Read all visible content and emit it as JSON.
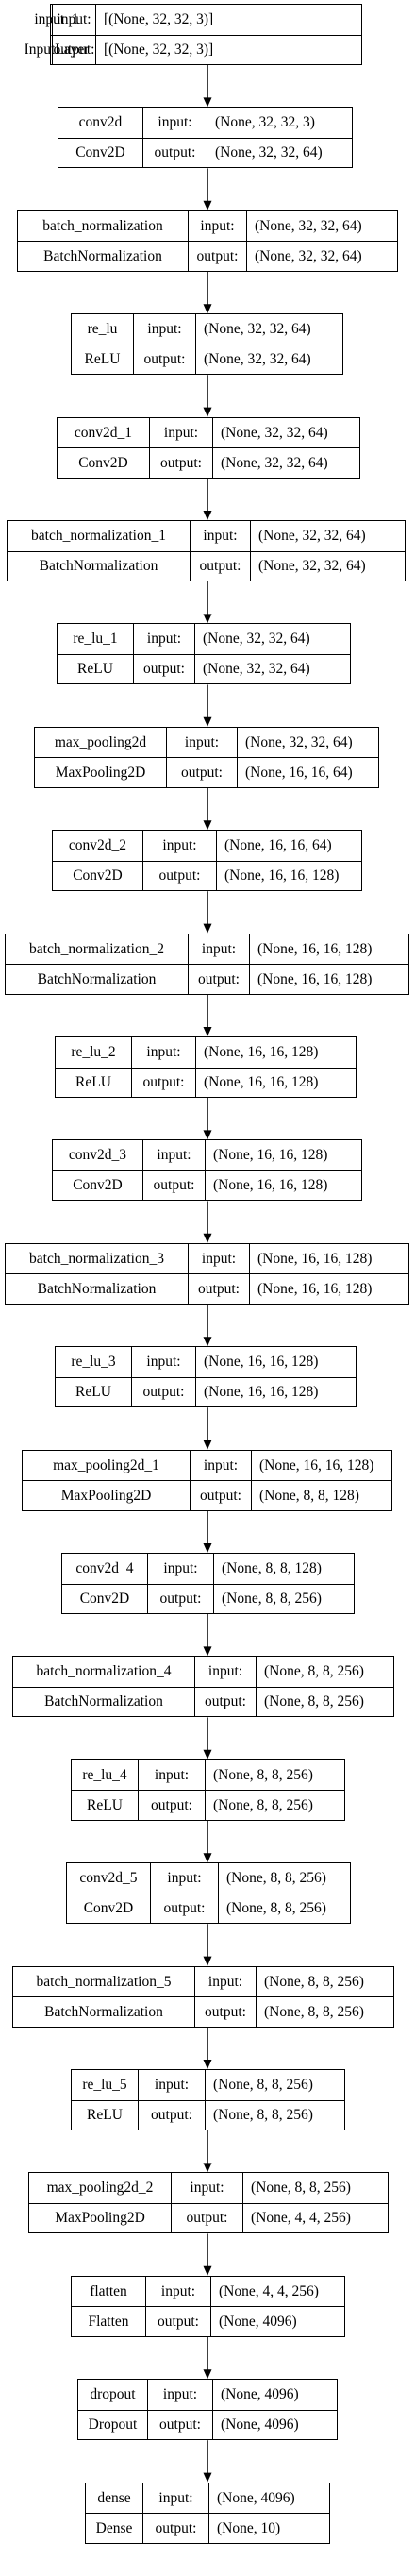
{
  "diagram": {
    "input_label": "input:",
    "output_label": "output:",
    "layers": [
      {
        "name": "input_1",
        "type": "InputLayer",
        "input": "[(None, 32, 32, 3)]",
        "output": "[(None, 32, 32, 3)]"
      },
      {
        "name": "conv2d",
        "type": "Conv2D",
        "input": "(None, 32, 32, 3)",
        "output": "(None, 32, 32, 64)"
      },
      {
        "name": "batch_normalization",
        "type": "BatchNormalization",
        "input": "(None, 32, 32, 64)",
        "output": "(None, 32, 32, 64)"
      },
      {
        "name": "re_lu",
        "type": "ReLU",
        "input": "(None, 32, 32, 64)",
        "output": "(None, 32, 32, 64)"
      },
      {
        "name": "conv2d_1",
        "type": "Conv2D",
        "input": "(None, 32, 32, 64)",
        "output": "(None, 32, 32, 64)"
      },
      {
        "name": "batch_normalization_1",
        "type": "BatchNormalization",
        "input": "(None, 32, 32, 64)",
        "output": "(None, 32, 32, 64)"
      },
      {
        "name": "re_lu_1",
        "type": "ReLU",
        "input": "(None, 32, 32, 64)",
        "output": "(None, 32, 32, 64)"
      },
      {
        "name": "max_pooling2d",
        "type": "MaxPooling2D",
        "input": "(None, 32, 32, 64)",
        "output": "(None, 16, 16, 64)"
      },
      {
        "name": "conv2d_2",
        "type": "Conv2D",
        "input": "(None, 16, 16, 64)",
        "output": "(None, 16, 16, 128)"
      },
      {
        "name": "batch_normalization_2",
        "type": "BatchNormalization",
        "input": "(None, 16, 16, 128)",
        "output": "(None, 16, 16, 128)"
      },
      {
        "name": "re_lu_2",
        "type": "ReLU",
        "input": "(None, 16, 16, 128)",
        "output": "(None, 16, 16, 128)"
      },
      {
        "name": "conv2d_3",
        "type": "Conv2D",
        "input": "(None, 16, 16, 128)",
        "output": "(None, 16, 16, 128)"
      },
      {
        "name": "batch_normalization_3",
        "type": "BatchNormalization",
        "input": "(None, 16, 16, 128)",
        "output": "(None, 16, 16, 128)"
      },
      {
        "name": "re_lu_3",
        "type": "ReLU",
        "input": "(None, 16, 16, 128)",
        "output": "(None, 16, 16, 128)"
      },
      {
        "name": "max_pooling2d_1",
        "type": "MaxPooling2D",
        "input": "(None, 16, 16, 128)",
        "output": "(None, 8, 8, 128)"
      },
      {
        "name": "conv2d_4",
        "type": "Conv2D",
        "input": "(None, 8, 8, 128)",
        "output": "(None, 8, 8, 256)"
      },
      {
        "name": "batch_normalization_4",
        "type": "BatchNormalization",
        "input": "(None, 8, 8, 256)",
        "output": "(None, 8, 8, 256)"
      },
      {
        "name": "re_lu_4",
        "type": "ReLU",
        "input": "(None, 8, 8, 256)",
        "output": "(None, 8, 8, 256)"
      },
      {
        "name": "conv2d_5",
        "type": "Conv2D",
        "input": "(None, 8, 8, 256)",
        "output": "(None, 8, 8, 256)"
      },
      {
        "name": "batch_normalization_5",
        "type": "BatchNormalization",
        "input": "(None, 8, 8, 256)",
        "output": "(None, 8, 8, 256)"
      },
      {
        "name": "re_lu_5",
        "type": "ReLU",
        "input": "(None, 8, 8, 256)",
        "output": "(None, 8, 8, 256)"
      },
      {
        "name": "max_pooling2d_2",
        "type": "MaxPooling2D",
        "input": "(None, 8, 8, 256)",
        "output": "(None, 4, 4, 256)"
      },
      {
        "name": "flatten",
        "type": "Flatten",
        "input": "(None, 4, 4, 256)",
        "output": "(None, 4096)"
      },
      {
        "name": "dropout",
        "type": "Dropout",
        "input": "(None, 4096)",
        "output": "(None, 4096)"
      },
      {
        "name": "dense",
        "type": "Dense",
        "input": "(None, 4096)",
        "output": "(None, 10)"
      }
    ]
  }
}
